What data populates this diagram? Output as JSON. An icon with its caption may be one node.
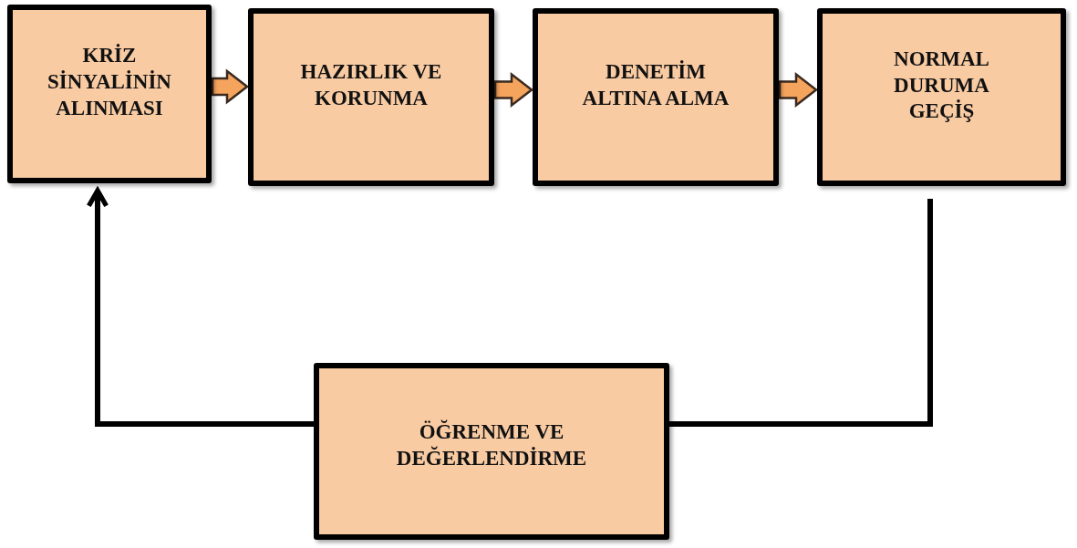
{
  "diagram": {
    "nodes": [
      {
        "text": [
          "KRİZ SİNYALİNİN ALINMASI"
        ]
      },
      {
        "text": [
          "HAZIRLIK VE KORUNMA"
        ]
      },
      {
        "text": [
          "DENETİM ALTINA ALMA"
        ]
      },
      {
        "text": [
          "NORMAL DURUMA GEÇİŞ"
        ]
      },
      {
        "text": [
          "ÖĞRENME VE DEĞERLENDİRME"
        ]
      }
    ],
    "edges": [
      {
        "from": 0,
        "to": 1,
        "arrow": "to",
        "style": "thick"
      },
      {
        "from": 1,
        "to": 2,
        "arrow": "to",
        "style": "thick"
      },
      {
        "from": 2,
        "to": 3,
        "arrow": "to",
        "style": "thick"
      },
      {
        "from": 3,
        "to": 4,
        "arrow": "none",
        "color": "#000000"
      },
      {
        "from": 4,
        "to": 0,
        "arrow": "to",
        "color": "#000000"
      }
    ]
  }
}
